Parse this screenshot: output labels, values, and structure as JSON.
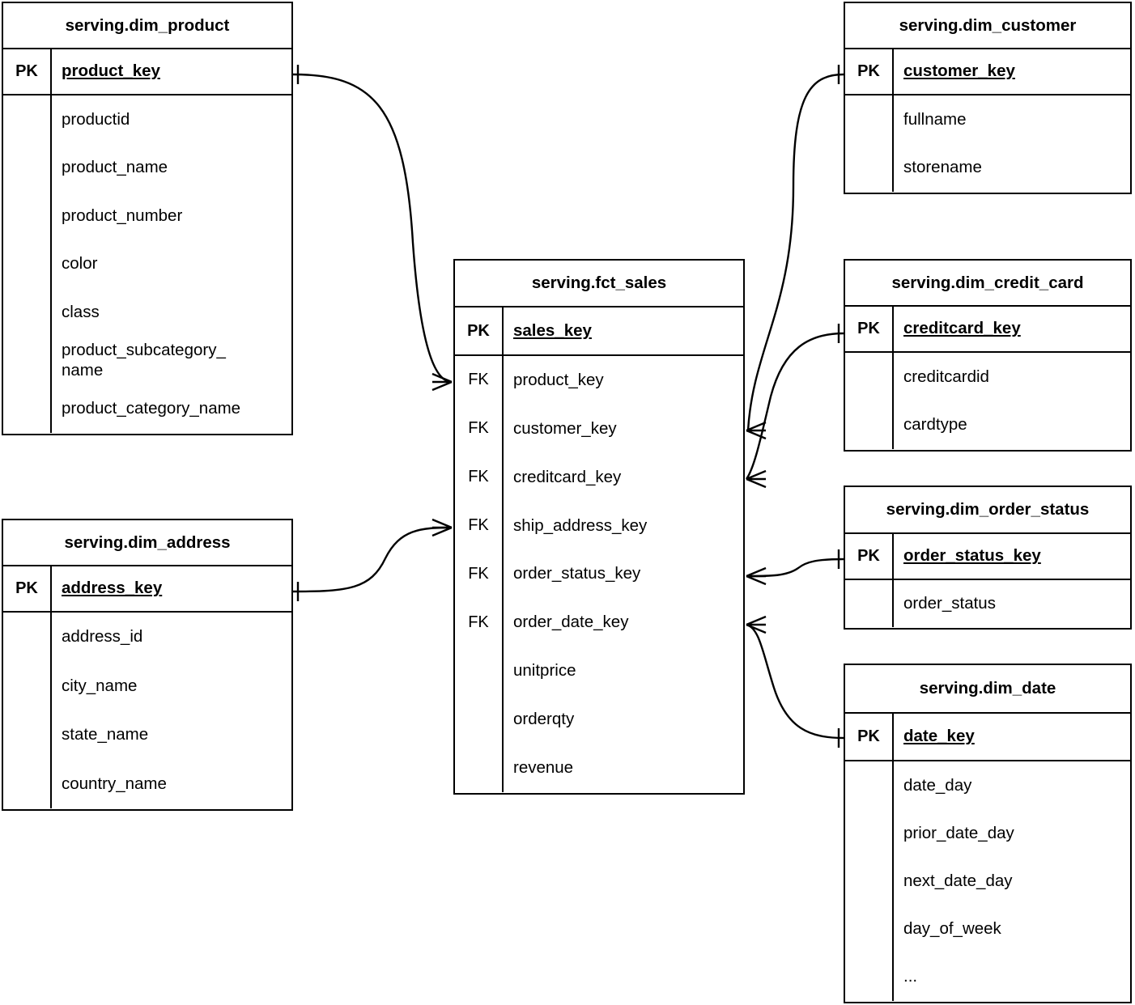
{
  "diagram": {
    "title": "serving layer star schema ER diagram",
    "notation": "crow's foot",
    "line_color": "#000000",
    "background_color": "#ffffff",
    "key_labels": {
      "pk": "PK",
      "fk": "FK"
    }
  },
  "entities": [
    {
      "id": "dim_product",
      "name": "serving.dim_product",
      "pk": {
        "key": "PK",
        "name": "product_key"
      },
      "attributes": [
        {
          "key": "",
          "name": "productid"
        },
        {
          "key": "",
          "name": "product_name"
        },
        {
          "key": "",
          "name": "product_number"
        },
        {
          "key": "",
          "name": "color"
        },
        {
          "key": "",
          "name": "class"
        },
        {
          "key": "",
          "name": "product_subcategory_\nname"
        },
        {
          "key": "",
          "name": "product_category_name"
        }
      ]
    },
    {
      "id": "dim_address",
      "name": "serving.dim_address",
      "pk": {
        "key": "PK",
        "name": "address_key"
      },
      "attributes": [
        {
          "key": "",
          "name": "address_id"
        },
        {
          "key": "",
          "name": "city_name"
        },
        {
          "key": "",
          "name": "state_name"
        },
        {
          "key": "",
          "name": "country_name"
        }
      ]
    },
    {
      "id": "fct_sales",
      "name": "serving.fct_sales",
      "pk": {
        "key": "PK",
        "name": "sales_key"
      },
      "attributes": [
        {
          "key": "FK",
          "name": "product_key"
        },
        {
          "key": "FK",
          "name": "customer_key"
        },
        {
          "key": "FK",
          "name": "creditcard_key"
        },
        {
          "key": "FK",
          "name": "ship_address_key"
        },
        {
          "key": "FK",
          "name": "order_status_key"
        },
        {
          "key": "FK",
          "name": "order_date_key"
        },
        {
          "key": "",
          "name": "unitprice"
        },
        {
          "key": "",
          "name": "orderqty"
        },
        {
          "key": "",
          "name": "revenue"
        }
      ]
    },
    {
      "id": "dim_customer",
      "name": "serving.dim_customer",
      "pk": {
        "key": "PK",
        "name": "customer_key"
      },
      "attributes": [
        {
          "key": "",
          "name": "fullname"
        },
        {
          "key": "",
          "name": "storename"
        }
      ]
    },
    {
      "id": "dim_credit_card",
      "name": "serving.dim_credit_card",
      "pk": {
        "key": "PK",
        "name": "creditcard_key"
      },
      "attributes": [
        {
          "key": "",
          "name": "creditcardid"
        },
        {
          "key": "",
          "name": "cardtype"
        }
      ]
    },
    {
      "id": "dim_order_status",
      "name": "serving.dim_order_status",
      "pk": {
        "key": "PK",
        "name": "order_status_key"
      },
      "attributes": [
        {
          "key": "",
          "name": "order_status"
        }
      ]
    },
    {
      "id": "dim_date",
      "name": "serving.dim_date",
      "pk": {
        "key": "PK",
        "name": "date_key"
      },
      "attributes": [
        {
          "key": "",
          "name": "date_day"
        },
        {
          "key": "",
          "name": "prior_date_day"
        },
        {
          "key": "",
          "name": "next_date_day"
        },
        {
          "key": "",
          "name": "day_of_week"
        },
        {
          "key": "",
          "name": "..."
        }
      ]
    }
  ],
  "relationships": [
    {
      "from": "dim_product.product_key",
      "to": "fct_sales.product_key",
      "from_cardinality": "one",
      "to_cardinality": "many"
    },
    {
      "from": "dim_address.address_key",
      "to": "fct_sales.ship_address_key",
      "from_cardinality": "one",
      "to_cardinality": "many"
    },
    {
      "from": "dim_customer.customer_key",
      "to": "fct_sales.customer_key",
      "from_cardinality": "one",
      "to_cardinality": "many"
    },
    {
      "from": "dim_credit_card.creditcard_key",
      "to": "fct_sales.creditcard_key",
      "from_cardinality": "one",
      "to_cardinality": "many"
    },
    {
      "from": "dim_order_status.order_status_key",
      "to": "fct_sales.order_status_key",
      "from_cardinality": "one",
      "to_cardinality": "many"
    },
    {
      "from": "dim_date.date_key",
      "to": "fct_sales.order_date_key",
      "from_cardinality": "one",
      "to_cardinality": "many"
    }
  ]
}
